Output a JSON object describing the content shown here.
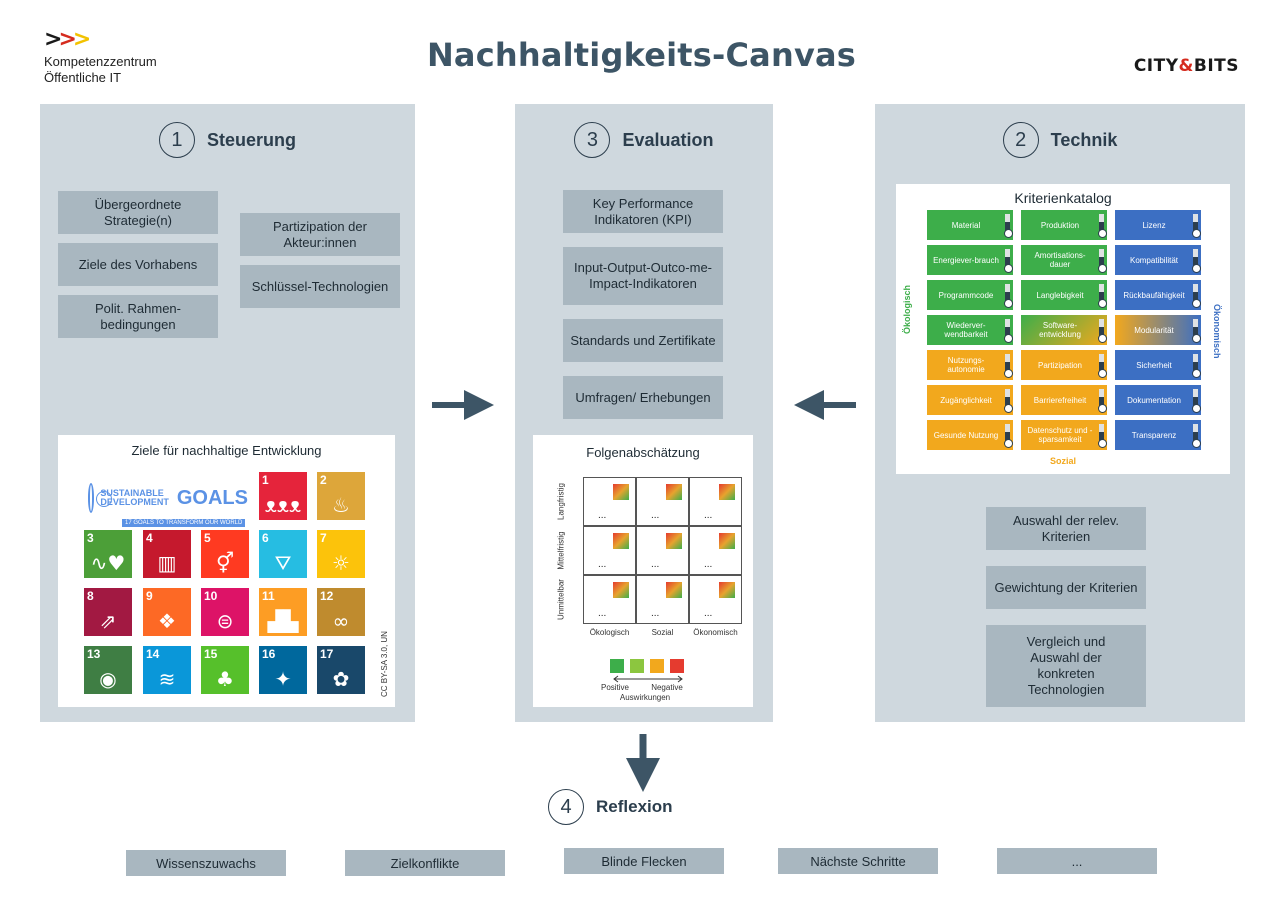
{
  "header": {
    "org_line1": "Kompetenzzentrum",
    "org_line2": "Öffentliche IT",
    "title": "Nachhaltigkeits-Canvas",
    "brand_left": "CITY",
    "brand_amp": "&",
    "brand_right": "BITS"
  },
  "steuerung": {
    "number": "1",
    "title": "Steuerung",
    "boxes": [
      "Übergeordnete Strategie(n)",
      "Ziele des Vorhabens",
      "Polit. Rahmen-bedingungen",
      "Partizipation der Akteur:innen",
      "Schlüssel-Technologien"
    ],
    "sdg_card_title": "Ziele für nachhaltige Entwicklung",
    "sdg_logo_line1": "SUSTAINABLE",
    "sdg_logo_line2": "DEVELOPMENT",
    "sdg_logo_goals": "GOALS",
    "sdg_logo_sub": "17 GOALS TO TRANSFORM OUR WORLD",
    "sdg_license": "CC BY-SA 3.0, UN",
    "sdg_tiles": [
      {
        "num": "1",
        "color": "#e5243b",
        "icon": "ᴥᴥᴥ"
      },
      {
        "num": "2",
        "color": "#dda63a",
        "icon": "♨"
      },
      {
        "num": "3",
        "color": "#4c9f38",
        "icon": "∿♥"
      },
      {
        "num": "4",
        "color": "#c5192d",
        "icon": "▥"
      },
      {
        "num": "5",
        "color": "#ff3a21",
        "icon": "⚥"
      },
      {
        "num": "6",
        "color": "#26bde2",
        "icon": "⛛"
      },
      {
        "num": "7",
        "color": "#fcc30b",
        "icon": "☼"
      },
      {
        "num": "8",
        "color": "#a21942",
        "icon": "⇗"
      },
      {
        "num": "9",
        "color": "#fd6925",
        "icon": "❖"
      },
      {
        "num": "10",
        "color": "#dd1367",
        "icon": "⊜"
      },
      {
        "num": "11",
        "color": "#fd9d24",
        "icon": "▟▙"
      },
      {
        "num": "12",
        "color": "#bf8b2e",
        "icon": "∞"
      },
      {
        "num": "13",
        "color": "#3f7e44",
        "icon": "◉"
      },
      {
        "num": "14",
        "color": "#0a97d9",
        "icon": "≋"
      },
      {
        "num": "15",
        "color": "#56c02b",
        "icon": "♣"
      },
      {
        "num": "16",
        "color": "#00689d",
        "icon": "✦"
      },
      {
        "num": "17",
        "color": "#19486a",
        "icon": "✿"
      }
    ]
  },
  "evaluation": {
    "number": "3",
    "title": "Evaluation",
    "boxes": [
      "Key Performance Indikatoren (KPI)",
      "Input-Output-Outco-me-Impact-Indikatoren",
      "Standards und Zertifikate",
      "Umfragen/ Erhebungen"
    ],
    "fa_title": "Folgenabschätzung",
    "fa_rows": [
      "Langfristig",
      "Mittelfristig",
      "Unmittelbar"
    ],
    "fa_cols": [
      "Ökologisch",
      "Sozial",
      "Ökonomisch"
    ],
    "fa_cell_text": "...",
    "fa_legend_colors": [
      "#3dae4a",
      "#8cc63f",
      "#f2a81d",
      "#e53b2f"
    ],
    "fa_positive": "Positive",
    "fa_negative": "Negative",
    "fa_auswirkungen": "Auswirkungen"
  },
  "technik": {
    "number": "2",
    "title": "Technik",
    "kk_title": "Kriterienkatalog",
    "kk_left_label": "Ökologisch",
    "kk_right_label": "Ökonomisch",
    "kk_bottom_label": "Sozial",
    "kk_cells": [
      [
        "Material",
        "Produktion",
        "Lizenz"
      ],
      [
        "Energiever-brauch",
        "Amortisations-dauer",
        "Kompatibilität"
      ],
      [
        "Programmcode",
        "Langlebigkeit",
        "Rückbaufähigkeit"
      ],
      [
        "Wiederver-wendbarkeit",
        "Software-entwicklung",
        "Modularität"
      ],
      [
        "Nutzungs-autonomie",
        "Partizipation",
        "Sicherheit"
      ],
      [
        "Zugänglichkeit",
        "Barrierefreiheit",
        "Dokumentation"
      ],
      [
        "Gesunde Nutzung",
        "Datenschutz und -sparsamkeit",
        "Transparenz"
      ]
    ],
    "kk_colors": {
      "green": "#3dae4a",
      "yellow": "#f2a81d",
      "blue": "#3c6fc3"
    },
    "boxes": [
      "Auswahl der relev. Kriterien",
      "Gewichtung der Kriterien",
      "Vergleich und Auswahl der konkreten Technologien"
    ]
  },
  "reflexion": {
    "number": "4",
    "title": "Reflexion",
    "items": [
      "Wissenszuwachs",
      "Zielkonflikte",
      "Blinde Flecken",
      "Nächste Schritte",
      "..."
    ]
  }
}
